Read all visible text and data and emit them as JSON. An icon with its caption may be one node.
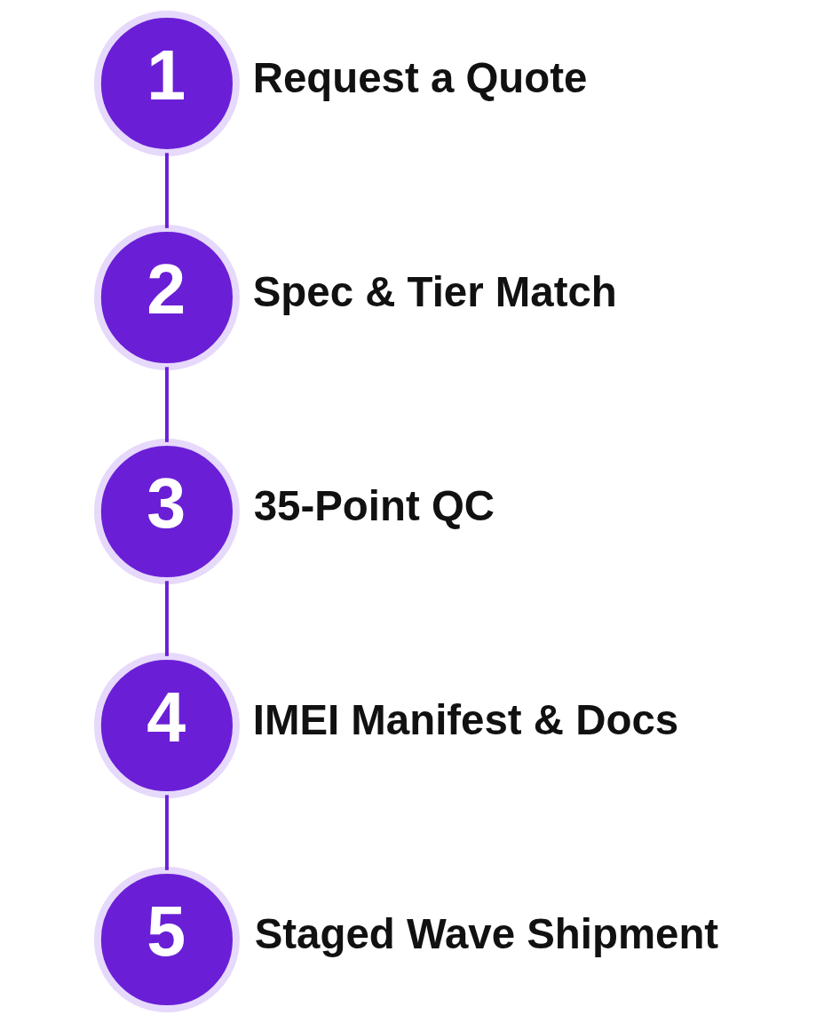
{
  "diagram": {
    "nodes": [
      {
        "text": [
          "1"
        ],
        "beside": [
          "Request a Quote"
        ]
      },
      {
        "text": [
          "2"
        ],
        "beside": [
          "Spec & Tier Match"
        ]
      },
      {
        "text": [
          "3"
        ],
        "beside": [
          "35-Point QC"
        ]
      },
      {
        "text": [
          "4"
        ],
        "beside": [
          "IMEI Manifest & Docs"
        ]
      },
      {
        "text": [
          "5"
        ],
        "beside": [
          "Staged Wave Shipment"
        ]
      }
    ],
    "edges": [
      {
        "from": 0,
        "to": 1,
        "arrow": "none"
      },
      {
        "from": 1,
        "to": 2,
        "arrow": "none"
      },
      {
        "from": 2,
        "to": 3,
        "arrow": "none"
      },
      {
        "from": 3,
        "to": 4,
        "arrow": "none"
      }
    ]
  }
}
